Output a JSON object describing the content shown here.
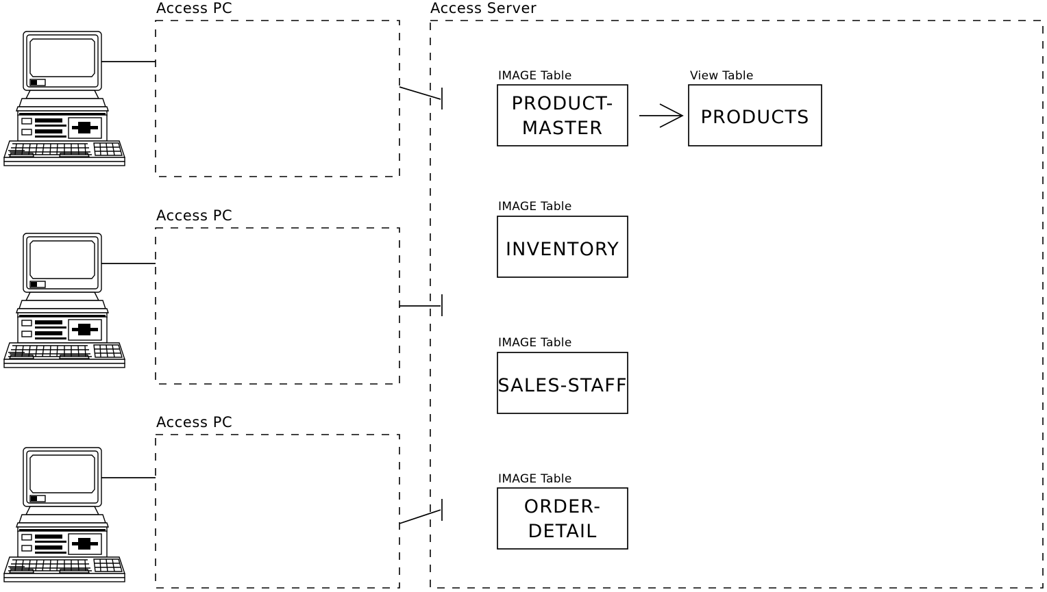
{
  "diagram": {
    "title_hidden": "",
    "zones": [
      {
        "id": "pc1",
        "label": "Access PC"
      },
      {
        "id": "pc2",
        "label": "Access PC"
      },
      {
        "id": "pc3",
        "label": "Access PC"
      },
      {
        "id": "server",
        "label": "Access Server"
      }
    ],
    "tables": [
      {
        "id": "product-master",
        "caption": "IMAGE Table",
        "line1": "PRODUCT-",
        "line2": "MASTER"
      },
      {
        "id": "products",
        "caption": "View Table",
        "line1": "PRODUCTS",
        "line2": ""
      },
      {
        "id": "inventory",
        "caption": "IMAGE Table",
        "line1": "INVENTORY",
        "line2": ""
      },
      {
        "id": "sales-staff",
        "caption": "IMAGE Table",
        "line1": "SALES-STAFF",
        "line2": ""
      },
      {
        "id": "order-detail",
        "caption": "IMAGE Table",
        "line1": "ORDER-",
        "line2": "DETAIL"
      }
    ],
    "icons": [
      {
        "name": "desktop-computer-icon"
      },
      {
        "name": "desktop-computer-icon"
      },
      {
        "name": "desktop-computer-icon"
      },
      {
        "name": "arrow-right-icon"
      }
    ],
    "colors": {
      "stroke": "#000000",
      "background": "#ffffff"
    }
  }
}
